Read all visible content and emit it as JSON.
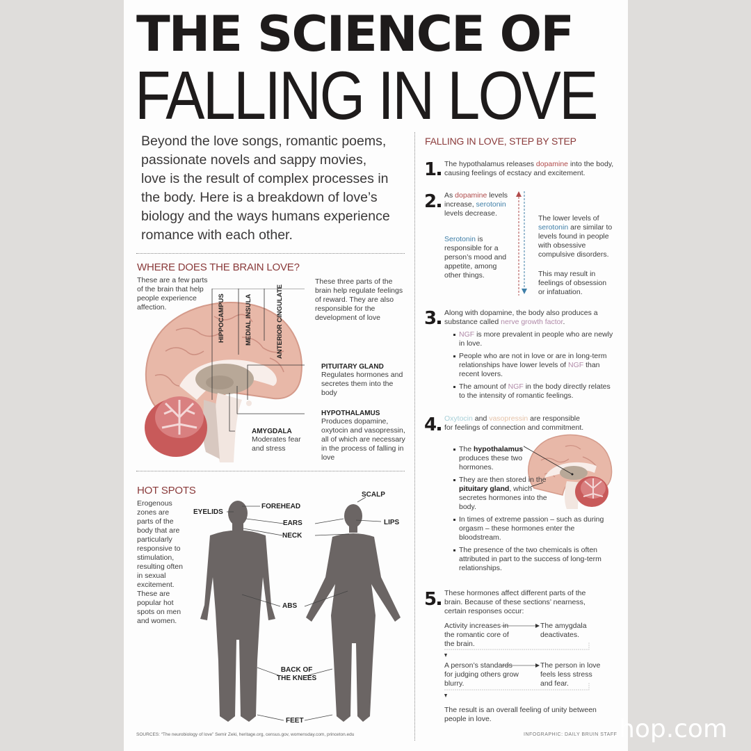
{
  "title": {
    "line1": "THE SCIENCE OF",
    "line2": "FALLING IN LOVE"
  },
  "intro": "Beyond the love songs, romantic poems, passionate novels and sappy movies, love is the result of complex processes in the body. Here is a breakdown of love’s biology and the ways humans experience romance with each other.",
  "brain_section": {
    "heading": "WHERE DOES THE BRAIN LOVE?",
    "description": "These are a few parts of the brain that help people experience affection.",
    "reward_note": "These three parts of the brain help regulate feelings of reward. They are also responsible for the development of love",
    "vertical_labels": [
      "HIPPOCAMPUS",
      "MEDIAL INSULA",
      "ANTERIOR CINGULATE"
    ],
    "parts": [
      {
        "name": "PITUITARY GLAND",
        "desc": "Regulates hormones and secretes them into the body"
      },
      {
        "name": "HYPOTHALAMUS",
        "desc": "Produces dopamine, oxytocin and vasopressin, all of which are necessary in the process of falling in love"
      },
      {
        "name": "AMYGDALA",
        "desc": "Moderates fear and stress"
      }
    ],
    "colors": {
      "cortex": "#e8b8a8",
      "cortex_dark": "#d49a8a",
      "cerebellum": "#c85a5a",
      "inner": "#b8a898",
      "stem": "#f2e6e0"
    }
  },
  "hot_spots": {
    "heading": "HOT SPOTS",
    "description": "Erogenous zones are parts of the body that are particularly responsive to stimulation, resulting often in sexual excitement. These are popular hot spots on men and women.",
    "labels": {
      "eyelids": "EYELIDS",
      "forehead": "FOREHEAD",
      "scalp": "SCALP",
      "ears": "EARS",
      "lips": "LIPS",
      "neck": "NECK",
      "abs": "ABS",
      "knees": "BACK OF THE KNEES",
      "knees_l1": "BACK OF",
      "knees_l2": "THE KNEES",
      "feet": "FEET"
    },
    "silhouette_color": "#6b6564"
  },
  "steps": {
    "heading": "FALLING IN LOVE, STEP BY STEP",
    "s1": {
      "num": "1",
      "pre": "The hypothalamus releases ",
      "hl": "dopamine",
      "post": " into the body, causing feelings of ecstacy and excitement."
    },
    "s2": {
      "num": "2",
      "a_pre": "As ",
      "a_dopa": "dopamine",
      "a_mid": " levels increase, ",
      "a_sero": "serotonin",
      "a_post": " levels decrease.",
      "b_sero": "Serotonin",
      "b_post": " is responsible for a person’s mood and appetite, among other things.",
      "c_pre": "The lower levels of ",
      "c_sero": "serotonin",
      "c_post": " are similar to levels found in people with obsessive compulsive disorders.",
      "d": "This may result in feelings of obsession or infatuation."
    },
    "s3": {
      "num": "3",
      "pre": "Along with dopamine, the body also produces a substance called ",
      "hl": "nerve growth factor",
      "post": ".",
      "b1_hl": "NGF",
      "b1_post": " is more prevalent in people who are newly in love.",
      "b2_pre": "People who are not in love or are in long-term relationships have lower levels of ",
      "b2_hl": "NGF",
      "b2_post": " than recent lovers.",
      "b3_pre": "The amount of ",
      "b3_hl": "NGF",
      "b3_post": " in the body directly relates to the intensity of romantic feelings."
    },
    "s4": {
      "num": "4",
      "oxy": "Oxytocin",
      "and": " and ",
      "vaso": "vasopressin",
      "post": " are responsible for feelings of connection and commitment.",
      "b1_pre": "The ",
      "b1_bold": "hypothalamus",
      "b1_post": " produces these two hormones.",
      "b2_pre": "They are then stored in the ",
      "b2_bold": "pituitary gland",
      "b2_post": ", which secretes hormones into the body.",
      "b3": "In times of extreme passion – such as during orgasm – these hormones enter the bloodstream.",
      "b4": "The presence of the two chemicals is often attributed in part to the success of long-term relationships."
    },
    "s5": {
      "num": "5",
      "text": "These hormones affect different parts of the brain. Because of these sections’ nearness, certain responses occur:",
      "flow": {
        "a": "Activity increases in the romantic core of the brain.",
        "b": "The amygdala deactivates.",
        "c": "A person’s standards for judging others grow blurry.",
        "d": "The person in love feels less stress and fear.",
        "e": "The result is an overall feeling of unity between people in love."
      }
    }
  },
  "footer": {
    "sources": "SOURCES: “The neurobiology of love” Semir Zeki, heritage.org, census.gov, womensday.com, princeton.edu",
    "credit": "INFOGRAPHIC: DAILY BRUIN STAFF"
  },
  "watermark": "hop.com",
  "colors": {
    "background": "#dfdddb",
    "page": "#fdfdfd",
    "heading_red": "#8a3a3a",
    "dopamine": "#b04a4a",
    "serotonin": "#3f7fa8",
    "ngf": "#b08aa8",
    "oxytocin": "#a8d0d8",
    "vasopressin": "#e5c2a8"
  }
}
